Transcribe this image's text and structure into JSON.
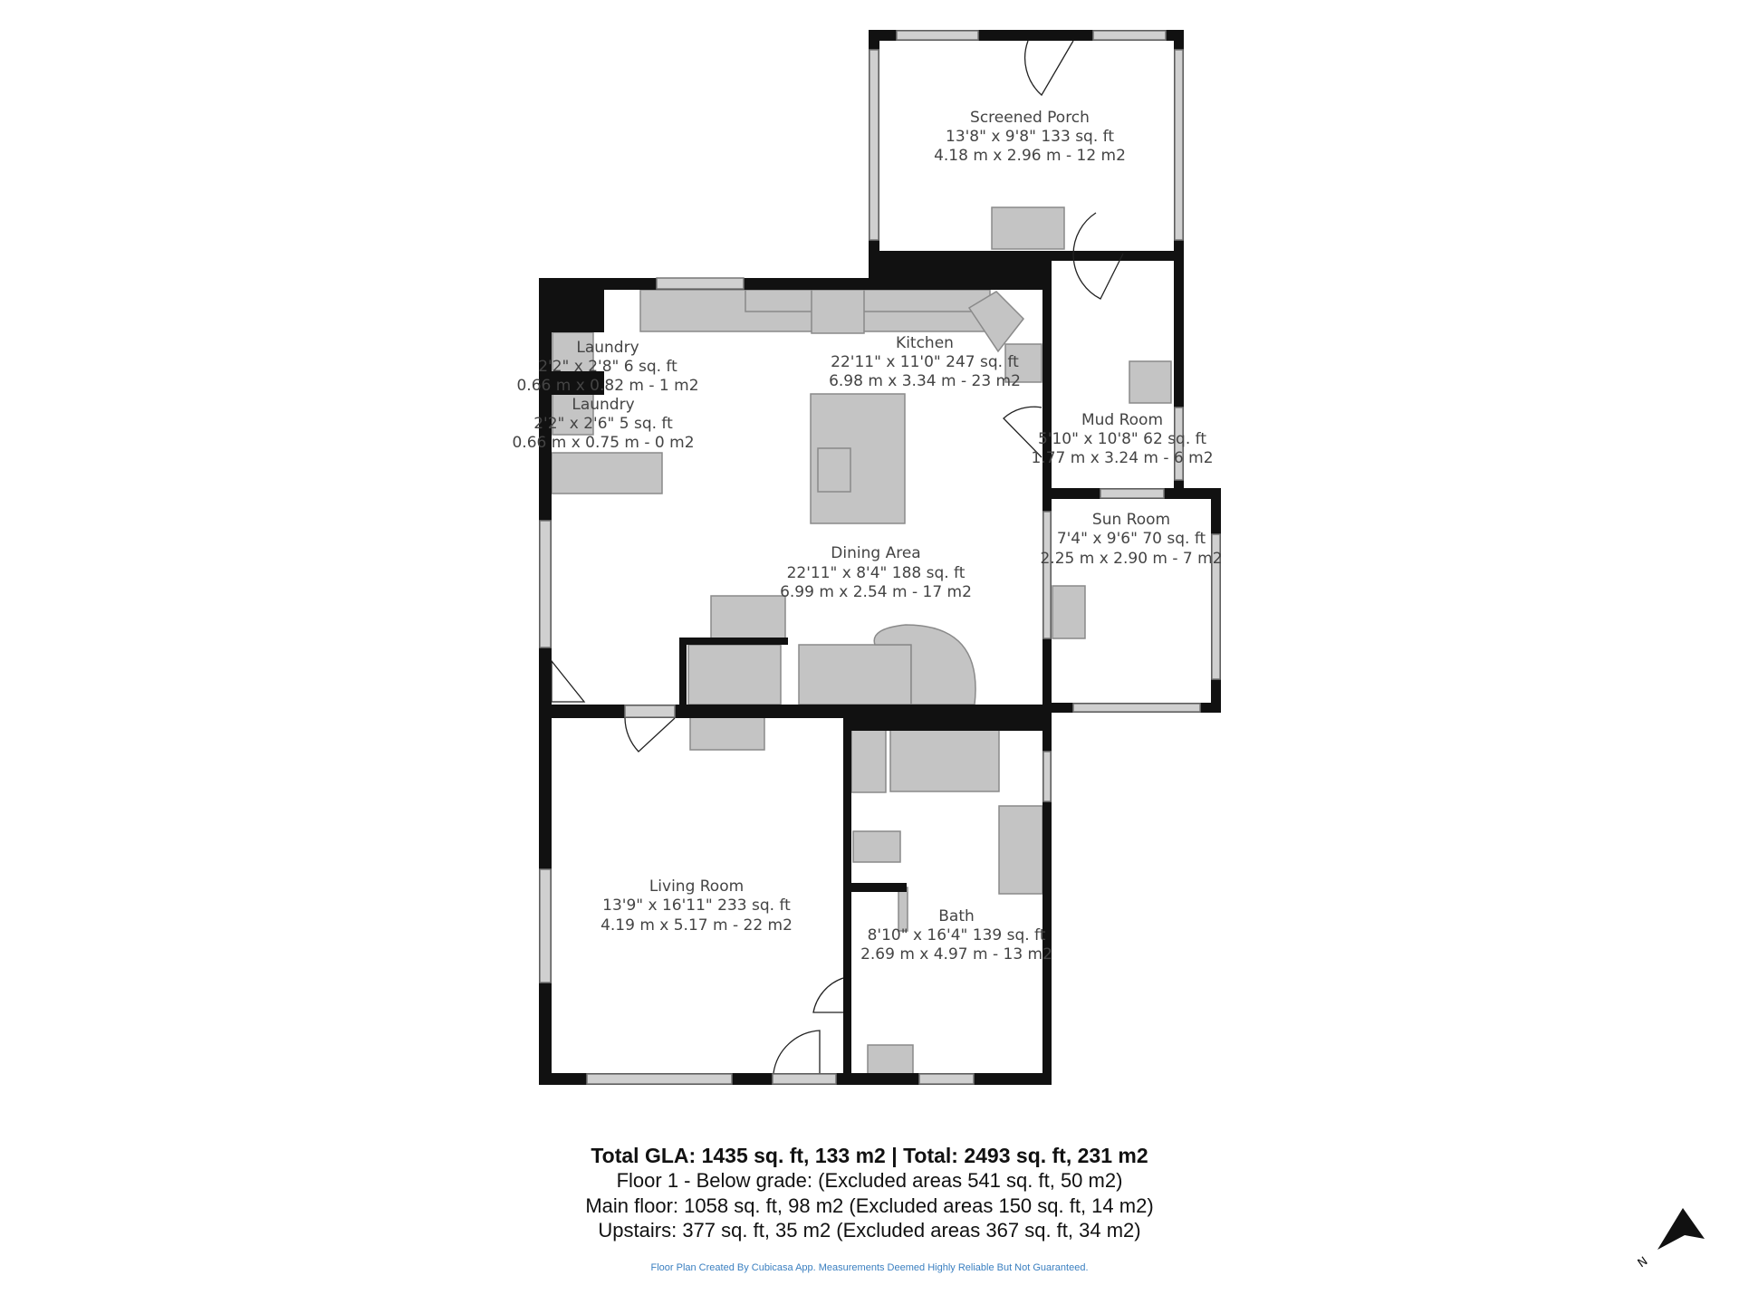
{
  "rooms": [
    {
      "name": "Screened Porch",
      "imperial": "13'8\" x 9'8\" 133 sq. ft",
      "metric": "4.18 m x 2.96 m - 12 m2"
    },
    {
      "name": "Kitchen",
      "imperial": "22'11\" x 11'0\" 247 sq. ft",
      "metric": "6.98 m x 3.34 m - 23 m2"
    },
    {
      "name": "Laundry",
      "imperial": "2'2\" x 2'8\" 6 sq. ft",
      "metric": "0.66 m x 0.82 m - 1 m2"
    },
    {
      "name": "Laundry",
      "imperial": "2'2\" x 2'6\" 5 sq. ft",
      "metric": "0.66 m x 0.75 m - 0 m2"
    },
    {
      "name": "Mud Room",
      "imperial": "5'10\" x 10'8\" 62 sq. ft",
      "metric": "1.77 m x 3.24 m - 6 m2"
    },
    {
      "name": "Sun Room",
      "imperial": "7'4\" x 9'6\" 70 sq. ft",
      "metric": "2.25 m x 2.90 m - 7 m2"
    },
    {
      "name": "Dining Area",
      "imperial": "22'11\" x 8'4\" 188 sq. ft",
      "metric": "6.99 m x 2.54 m - 17 m2"
    },
    {
      "name": "Living Room",
      "imperial": "13'9\" x 16'11\" 233 sq. ft",
      "metric": "4.19 m x 5.17 m - 22 m2"
    },
    {
      "name": "Bath",
      "imperial": "8'10\" x 16'4\" 139 sq. ft",
      "metric": "2.69 m x 4.97 m - 13 m2"
    }
  ],
  "summary": {
    "total": "Total GLA: 1435 sq. ft, 133 m2 | Total: 2493 sq. ft, 231 m2",
    "floor1": "Floor 1 - Below grade: (Excluded areas 541 sq. ft, 50 m2)",
    "main": "Main floor: 1058 sq. ft, 98 m2 (Excluded areas 150 sq. ft, 14 m2)",
    "upstairs": "Upstairs: 377 sq. ft, 35 m2 (Excluded areas 367 sq. ft, 34 m2)"
  },
  "footer": "Floor Plan Created By Cubicasa App. Measurements Deemed Highly Reliable But Not Guaranteed.",
  "compass": {
    "label": "N",
    "icon": "north-arrow-icon"
  },
  "colors": {
    "wall": "#111111",
    "fixture": "#c4c4c4",
    "footer": "#3a7fc0"
  }
}
